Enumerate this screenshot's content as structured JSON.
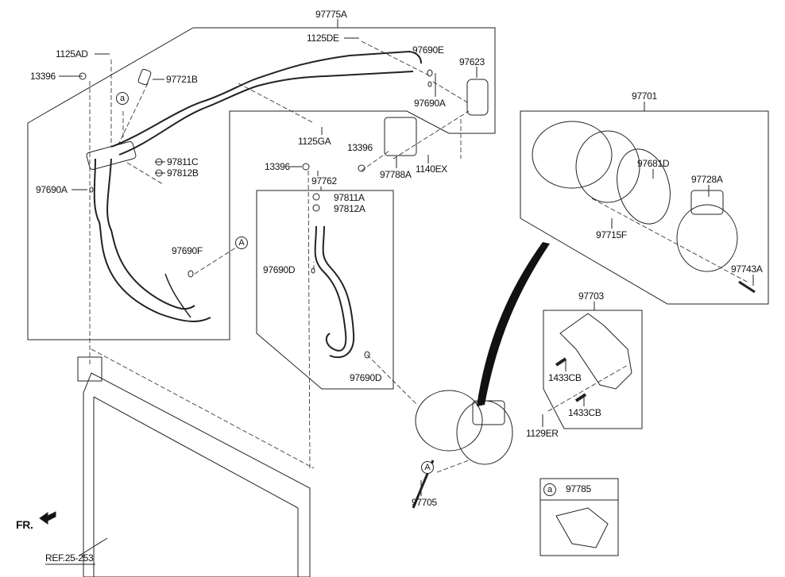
{
  "labels": {
    "p97775A": "97775A",
    "p1125DE": "1125DE",
    "p97690E": "97690E",
    "p97623": "97623",
    "p1125AD": "1125AD",
    "p13396_a": "13396",
    "p97721B": "97721B",
    "p97690A_r": "97690A",
    "p1125GA": "1125GA",
    "p13396_b": "13396",
    "p13396_c": "13396",
    "p97788A": "97788A",
    "p1140EX": "1140EX",
    "p97811C": "97811C",
    "p97812B": "97812B",
    "p97690A_l": "97690A",
    "p97762": "97762",
    "p97811A": "97811A",
    "p97812A": "97812A",
    "p97690F": "97690F",
    "p97690D_l": "97690D",
    "p97690D_r": "97690D",
    "p97701": "97701",
    "p97681D": "97681D",
    "p97728A": "97728A",
    "p97715F": "97715F",
    "p97743A": "97743A",
    "p97703": "97703",
    "p1433CB_a": "1433CB",
    "p1433CB_b": "1433CB",
    "p1129ER": "1129ER",
    "p97705": "97705",
    "p97785": "97785"
  },
  "callouts": {
    "a": "a",
    "A": "A"
  },
  "direction": "FR.",
  "reference": "REF.25-253"
}
